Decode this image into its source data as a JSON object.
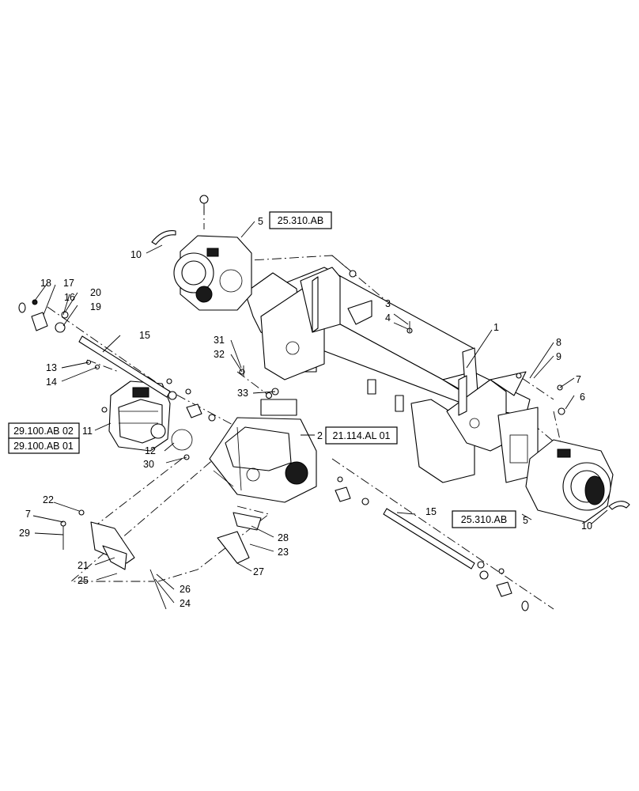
{
  "callouts": [
    {
      "id": "c1",
      "text": "1"
    },
    {
      "id": "c2",
      "text": "2"
    },
    {
      "id": "c3",
      "text": "3"
    },
    {
      "id": "c4",
      "text": "4"
    },
    {
      "id": "c5a",
      "text": "5"
    },
    {
      "id": "c5b",
      "text": "5"
    },
    {
      "id": "c6",
      "text": "6"
    },
    {
      "id": "c7a",
      "text": "7"
    },
    {
      "id": "c7b",
      "text": "7"
    },
    {
      "id": "c8",
      "text": "8"
    },
    {
      "id": "c9",
      "text": "9"
    },
    {
      "id": "c10a",
      "text": "10"
    },
    {
      "id": "c10b",
      "text": "10"
    },
    {
      "id": "c11",
      "text": "11"
    },
    {
      "id": "c12",
      "text": "12"
    },
    {
      "id": "c13",
      "text": "13"
    },
    {
      "id": "c14",
      "text": "14"
    },
    {
      "id": "c15a",
      "text": "15"
    },
    {
      "id": "c15b",
      "text": "15"
    },
    {
      "id": "c16",
      "text": "16"
    },
    {
      "id": "c17",
      "text": "17"
    },
    {
      "id": "c18",
      "text": "18"
    },
    {
      "id": "c19",
      "text": "19"
    },
    {
      "id": "c20",
      "text": "20"
    },
    {
      "id": "c21",
      "text": "21"
    },
    {
      "id": "c22",
      "text": "22"
    },
    {
      "id": "c23",
      "text": "23"
    },
    {
      "id": "c24",
      "text": "24"
    },
    {
      "id": "c25",
      "text": "25"
    },
    {
      "id": "c26",
      "text": "26"
    },
    {
      "id": "c27",
      "text": "27"
    },
    {
      "id": "c28",
      "text": "28"
    },
    {
      "id": "c29",
      "text": "29"
    },
    {
      "id": "c30",
      "text": "30"
    },
    {
      "id": "c31",
      "text": "31"
    },
    {
      "id": "c32",
      "text": "32"
    },
    {
      "id": "c33",
      "text": "33"
    }
  ],
  "references": [
    {
      "id": "r1",
      "text": "25.310.AB"
    },
    {
      "id": "r2",
      "text": "21.114.AL 01"
    },
    {
      "id": "r3",
      "text": "25.310.AB"
    },
    {
      "id": "r4",
      "text": "29.100.AB 02"
    },
    {
      "id": "r5",
      "text": "29.100.AB 01"
    }
  ]
}
